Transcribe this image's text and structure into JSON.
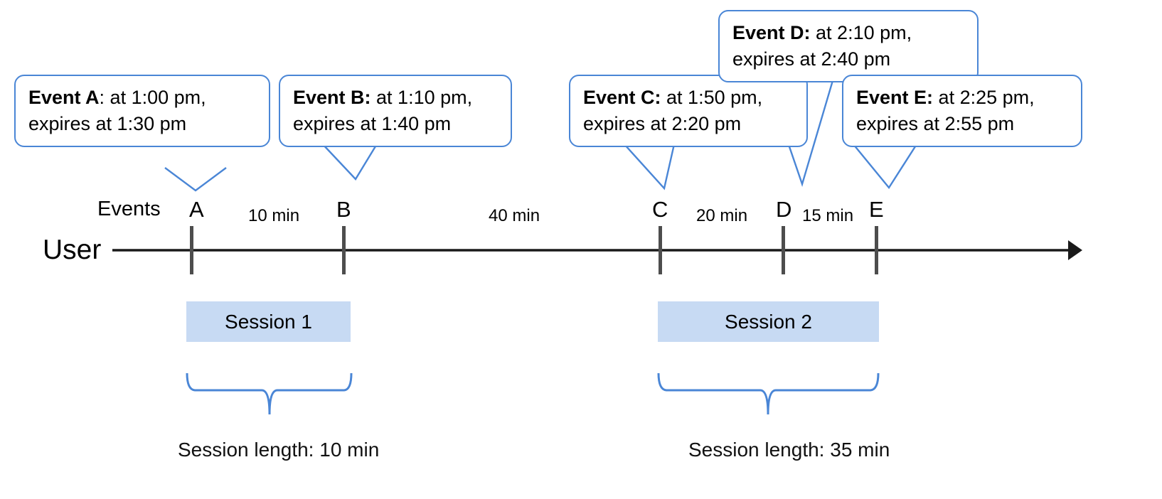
{
  "diagram": {
    "title": "Session windowing timeline with events and expiries",
    "colors": {
      "callout_border": "#4a86d6",
      "brace": "#4a86d6",
      "session_fill": "#c7daf3",
      "axis": "#1a1a1a",
      "tick": "#4d4d4d",
      "text": "#000000",
      "background": "#ffffff"
    },
    "lane_labels": {
      "events": "Events",
      "user": "User"
    },
    "callouts": [
      {
        "id": "A",
        "name": "Event A",
        "lead": "Event A",
        "sep": ":",
        "line1_rest": " at 1:00 pm,",
        "line2": "expires at 1:30 pm",
        "bold_colon": false,
        "at_time": "1:00 pm",
        "expires_time": "1:30 pm"
      },
      {
        "id": "B",
        "name": "Event B",
        "lead": "Event B",
        "sep": ":",
        "line1_rest": " at 1:10 pm,",
        "line2": "expires at 1:40 pm",
        "bold_colon": true,
        "at_time": "1:10 pm",
        "expires_time": "1:40 pm"
      },
      {
        "id": "C",
        "name": "Event C",
        "lead": "Event C",
        "sep": ":",
        "line1_rest": " at 1:50 pm,",
        "line2": "expires at 2:20 pm",
        "bold_colon": true,
        "at_time": "1:50 pm",
        "expires_time": "2:20 pm"
      },
      {
        "id": "D",
        "name": "Event D",
        "lead": "Event D",
        "sep": ":",
        "line1_rest": " at 2:10 pm,",
        "line2": "expires at 2:40 pm",
        "bold_colon": true,
        "at_time": "2:10 pm",
        "expires_time": "2:40 pm"
      },
      {
        "id": "E",
        "name": "Event E",
        "lead": "Event E",
        "sep": ":",
        "line1_rest": " at 2:25 pm,",
        "line2": "expires at 2:55 pm",
        "bold_colon": true,
        "at_time": "2:25 pm",
        "expires_time": "2:55 pm"
      }
    ],
    "markers": [
      {
        "label": "A"
      },
      {
        "label": "B"
      },
      {
        "label": "C"
      },
      {
        "label": "D"
      },
      {
        "label": "E"
      }
    ],
    "intervals": [
      {
        "label": "10 min",
        "from": "A",
        "to": "B"
      },
      {
        "label": "40 min",
        "from": "B",
        "to": "C"
      },
      {
        "label": "20 min",
        "from": "C",
        "to": "D"
      },
      {
        "label": "15 min",
        "from": "D",
        "to": "E"
      }
    ],
    "sessions": [
      {
        "label": "Session 1",
        "caption": "Session length: 10 min"
      },
      {
        "label": "Session 2",
        "caption": "Session length: 35 min"
      }
    ]
  }
}
